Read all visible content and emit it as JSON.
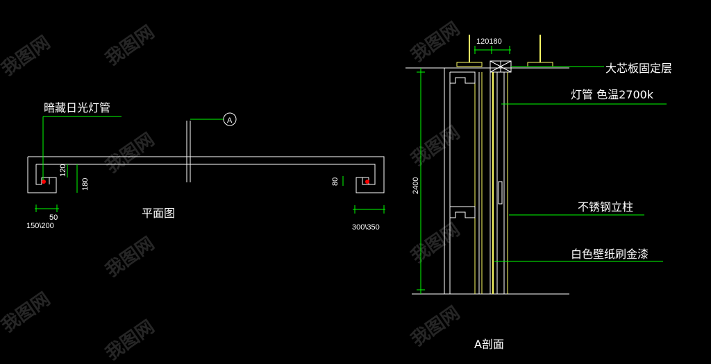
{
  "plan": {
    "title": "平面图",
    "callout_hidden_light": "暗藏日光灯管",
    "section_marker": "A",
    "dims": {
      "d120": "120",
      "d180": "180",
      "d50": "50",
      "d150_200": "150\\200",
      "d80": "80",
      "d300_350": "300\\350"
    }
  },
  "section": {
    "title": "A剖面",
    "dims": {
      "top": "120180",
      "height": "2400"
    },
    "labels": {
      "board": "大芯板固定层",
      "lamp": "灯管 色温2700k",
      "column": "不锈钢立柱",
      "paint": "白色壁纸刷金漆"
    }
  },
  "colors": {
    "background": "#000000",
    "line": "#ffffff",
    "leader": "#00ff00",
    "lamp_dot": "#ff0000",
    "yellow": "#ffff66"
  }
}
